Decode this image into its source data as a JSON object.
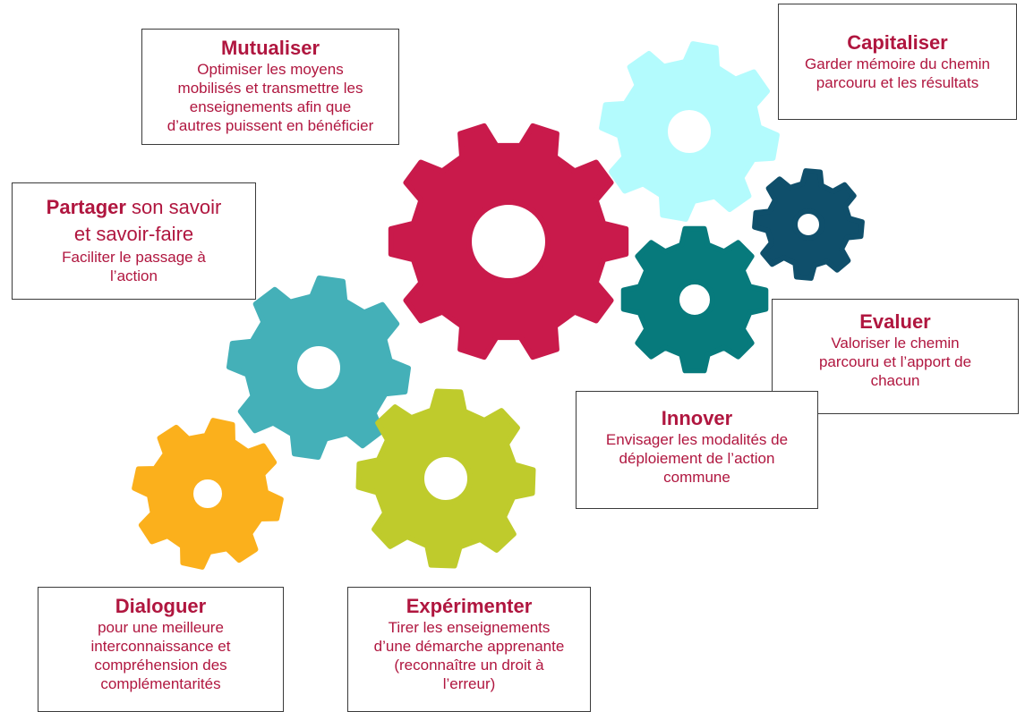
{
  "colors": {
    "accent_text": "#b0163f",
    "gear_crimson": "#c91a4b",
    "gear_lightcyan": "#b3fbfd",
    "gear_navy": "#0f4f6b",
    "gear_teal": "#077a7c",
    "gear_turquoise": "#44b0b8",
    "gear_lime": "#bfcb2c",
    "gear_orange": "#fbb01c"
  },
  "gears": [
    {
      "name": "crimson-gear",
      "color": "#c91a4b"
    },
    {
      "name": "light-cyan-gear",
      "color": "#b3fbfd"
    },
    {
      "name": "navy-gear",
      "color": "#0f4f6b"
    },
    {
      "name": "teal-gear",
      "color": "#077a7c"
    },
    {
      "name": "turquoise-gear",
      "color": "#44b0b8"
    },
    {
      "name": "lime-gear",
      "color": "#bfcb2c"
    },
    {
      "name": "orange-gear",
      "color": "#fbb01c"
    }
  ],
  "boxes": {
    "mutualiser": {
      "title": "Mutualiser",
      "lines": [
        "Optimiser les moyens",
        "mobilisés et transmettre les",
        "enseignements  afin que",
        "d’autres puissent en bénéficier"
      ]
    },
    "capitaliser": {
      "title": "Capitaliser",
      "lines": [
        "Garder mémoire du chemin",
        "parcouru et les résultats"
      ]
    },
    "partager": {
      "title": "Partager",
      "title_rest": " son savoir",
      "title_line2": "et savoir-faire",
      "lines": [
        "Faciliter le passage à",
        "l’action"
      ]
    },
    "evaluer": {
      "title": "Evaluer",
      "lines": [
        "Valoriser le chemin",
        "parcouru et l’apport de",
        "chacun"
      ]
    },
    "innover": {
      "title": "Innover",
      "lines": [
        "Envisager les modalités de",
        "déploiement de l’action",
        "commune"
      ]
    },
    "dialoguer": {
      "title": "Dialoguer",
      "lines": [
        "pour une meilleure",
        "interconnaissance et",
        "compréhension des",
        "complémentarités"
      ]
    },
    "experimenter": {
      "title": "Expérimenter",
      "lines": [
        "Tirer les enseignements",
        "d’une démarche apprenante",
        "(reconnaître un droit à",
        "l’erreur)"
      ]
    }
  }
}
